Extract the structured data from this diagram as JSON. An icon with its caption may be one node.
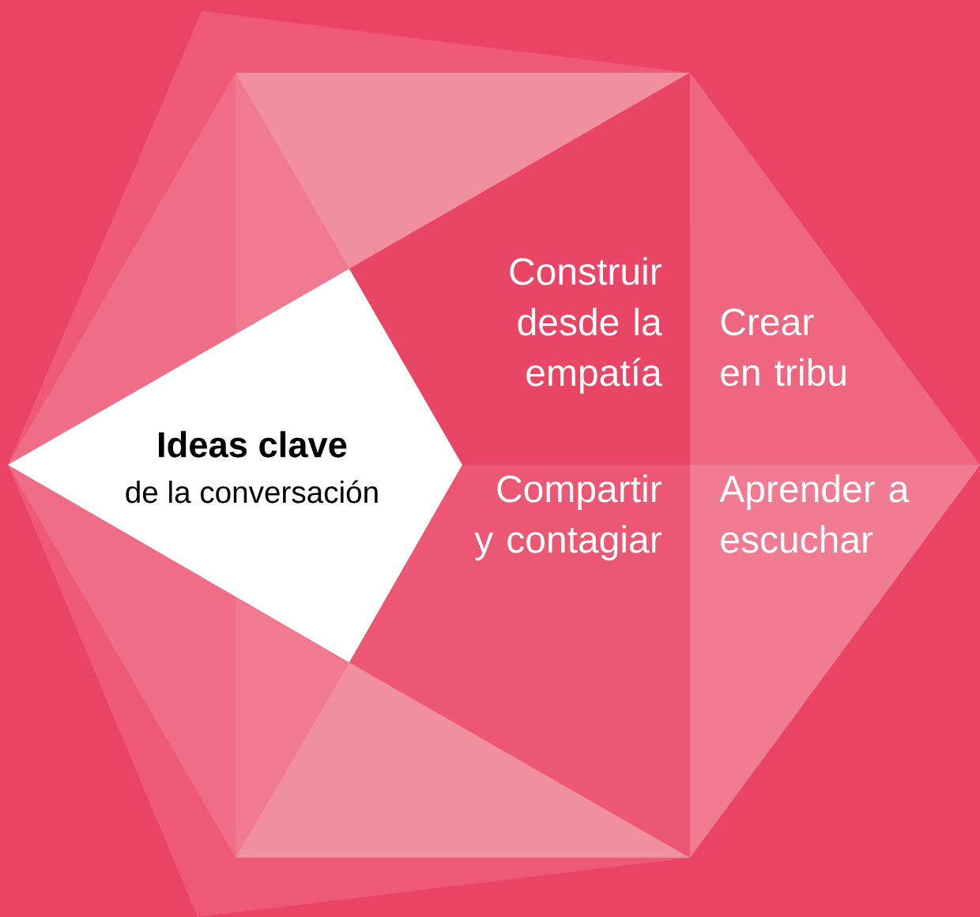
{
  "diagram": {
    "nodes": [
      {
        "text": [
          "Ideas clave",
          "de la conversación"
        ]
      },
      {
        "text": [
          "Construir desde la empatía"
        ]
      },
      {
        "text": [
          "Crear en tribu"
        ]
      },
      {
        "text": [
          "Compartir y contagiar"
        ]
      },
      {
        "text": [
          "Aprender a escuchar"
        ]
      }
    ]
  }
}
